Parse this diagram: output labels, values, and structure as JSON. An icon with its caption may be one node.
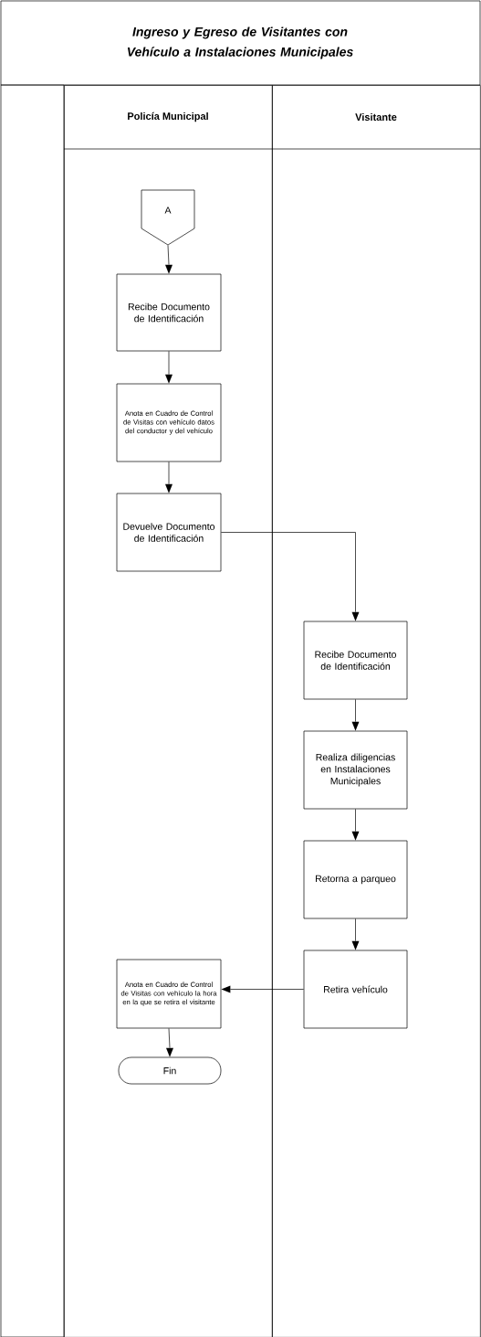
{
  "diagram": {
    "title": "Ingreso y Egreso de Visitantes con Vehículo a Instalaciones Municipales",
    "nodes": [
      {
        "text": [
          "Policía Municipal"
        ]
      },
      {
        "text": [
          "Visitante"
        ]
      },
      {
        "text": [
          "A"
        ],
        "in": 0
      },
      {
        "text": [
          "Recibe Documento de Identificación"
        ],
        "in": 0
      },
      {
        "text": [
          "Anota en Cuadro de Control de Visitas con vehículo datos del conductor y del vehículo"
        ],
        "in": 0
      },
      {
        "text": [
          "Devuelve Documento de Identificación"
        ],
        "in": 0
      },
      {
        "text": [
          "Recibe Documento de Identificación"
        ],
        "in": 1
      },
      {
        "text": [
          "Realiza diligencias en Instalaciones Municipales"
        ],
        "in": 1
      },
      {
        "text": [
          "Retorna a parqueo"
        ],
        "in": 1
      },
      {
        "text": [
          "Retira vehículo"
        ],
        "in": 1
      },
      {
        "text": [
          "Anota en Cuadro de Control de Visitas con vehículo la hora en la que se retira el visitante"
        ],
        "in": 0
      },
      {
        "text": [
          "Fin"
        ],
        "in": 0
      }
    ],
    "edges": [
      {
        "from": 2,
        "to": 3,
        "arrow": "to"
      },
      {
        "from": 3,
        "to": 4,
        "arrow": "to"
      },
      {
        "from": 4,
        "to": 5,
        "arrow": "to"
      },
      {
        "from": 5,
        "to": 6,
        "arrow": "to"
      },
      {
        "from": 6,
        "to": 7,
        "arrow": "to"
      },
      {
        "from": 7,
        "to": 8,
        "arrow": "to"
      },
      {
        "from": 8,
        "to": 9,
        "arrow": "to"
      },
      {
        "from": 9,
        "to": 10,
        "arrow": "to"
      },
      {
        "from": 10,
        "to": 11,
        "arrow": "to"
      }
    ]
  }
}
